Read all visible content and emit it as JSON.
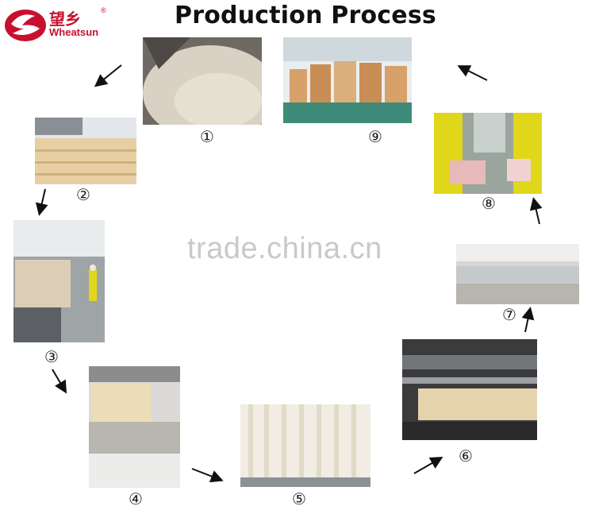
{
  "title": "Production Process",
  "brand": {
    "name_cn": "望乡",
    "name_en": "Wheatsun",
    "reg": "®"
  },
  "watermark": "trade.china.cn",
  "steps": [
    {
      "label": "①"
    },
    {
      "label": "②"
    },
    {
      "label": "③"
    },
    {
      "label": "④"
    },
    {
      "label": "⑤"
    },
    {
      "label": "⑥"
    },
    {
      "label": "⑦"
    },
    {
      "label": "⑧"
    },
    {
      "label": "⑨"
    }
  ],
  "colors": {
    "brand": "#c8102e",
    "arrow": "#111111",
    "watermark": "#c9c9c9"
  },
  "icons": [
    "wheatsun-logo-icon",
    "arrow-icon"
  ]
}
